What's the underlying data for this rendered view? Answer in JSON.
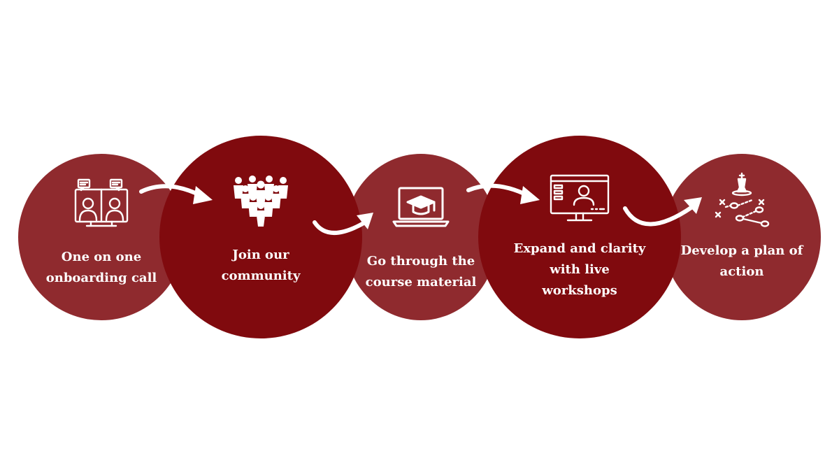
{
  "colors": {
    "light_circle": "#8f2a2e",
    "dark_circle": "#800a0e",
    "text": "#ffffff",
    "arrow": "#ffffff"
  },
  "steps": [
    {
      "label": "One on one\nonboarding call",
      "icon": "video-call-icon"
    },
    {
      "label": "Join our\ncommunity",
      "icon": "community-icon"
    },
    {
      "label": "Go through the\ncourse material",
      "icon": "online-course-icon"
    },
    {
      "label": "Expand and clarity\nwith live\nworkshops",
      "icon": "live-workshop-icon"
    },
    {
      "label": "Develop a plan of\naction",
      "icon": "strategy-plan-icon"
    }
  ],
  "connectors": [
    "arrow-icon",
    "arrow-icon",
    "arrow-icon",
    "arrow-icon"
  ]
}
